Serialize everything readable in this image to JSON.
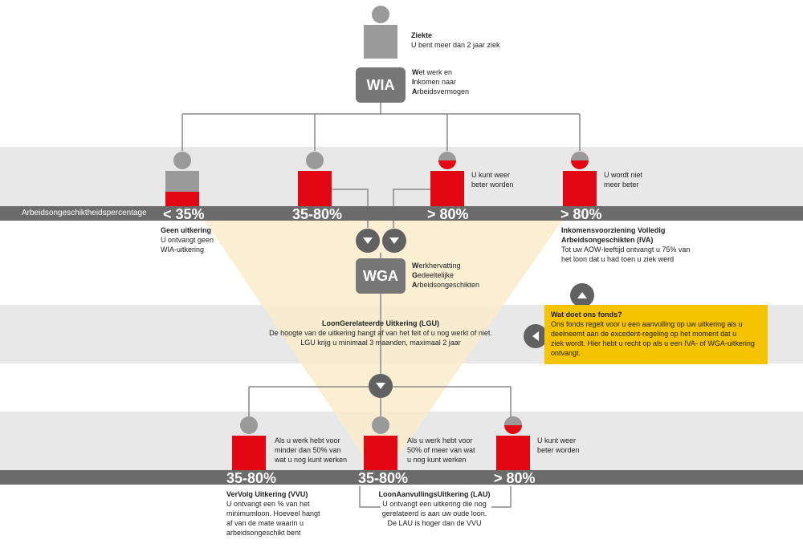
{
  "colors": {
    "grey_band": "#e8e8e8",
    "bar": "#6b6b6b",
    "red": "#e30613",
    "person_grey": "#9a9a9a",
    "yellow": "#f5c300",
    "funnel": "#faeccb"
  },
  "top": {
    "title": "Ziekte",
    "subtitle": "U bent meer dan 2 jaar ziek",
    "wia_label": "WIA",
    "wia_lines": [
      {
        "first": "W",
        "rest": "et werk en"
      },
      {
        "first": "I",
        "rest": "nkomen naar"
      },
      {
        "first": "A",
        "rest": "rbeidsvermogen"
      }
    ]
  },
  "bar1": {
    "axis_label": "Arbeidsongeschiktheidspercentage",
    "values": [
      "< 35%",
      "35-80%",
      "> 80%",
      "> 80%"
    ]
  },
  "notes": {
    "p3": [
      "U kunt weer",
      "beter worden"
    ],
    "p4": [
      "U wordt niet",
      "meer beter"
    ]
  },
  "geen": {
    "title": "Geen uitkering",
    "lines": [
      "U ontvangt geen",
      "WIA-uitkering"
    ]
  },
  "iva": {
    "title_lines": [
      "Inkomensvoorziening Volledig",
      "Arbeidsongeschikten (IVA)"
    ],
    "lines": [
      "Tot uw AOW-leeftijd ontvangt u 75% van",
      "het loon dat u had toen u ziek werd"
    ]
  },
  "wga": {
    "label": "WGA",
    "lines": [
      {
        "first": "W",
        "rest": "erkhervatting"
      },
      {
        "first": "G",
        "rest": "edeeltelijke"
      },
      {
        "first": "A",
        "rest": "rbeidsongeschikten"
      }
    ]
  },
  "lgu": {
    "title": "LoonGerelateerde Uitkering (LGU)",
    "lines": [
      "De hoogte van de uitkering hangt af van het feit of u nog werkt of niet.",
      "LGU krijg u minimaal 3 maanden, maximaal 2 jaar"
    ]
  },
  "fonds": {
    "title": "Wat doet ons fonds?",
    "lines": [
      "Ons fonds regelt voor u een aanvulling op uw uitkering als u",
      "deelneemt aan de excedent-regeling op het moment dat u",
      "ziek wordt. Hier hebt u recht op als u een IVA- of WGA-uitkering",
      "ontvangt."
    ]
  },
  "bottom": {
    "n1": [
      "Als u werk hebt voor",
      "minder dan 50% van",
      "wat u nog kunt werken"
    ],
    "n2": [
      "Als u werk hebt voor",
      "50% of meer van wat",
      "u nog kunt werken"
    ],
    "n3": [
      "U kunt weer",
      "beter worden"
    ],
    "values": [
      "35-80%",
      "35-80%",
      "> 80%"
    ]
  },
  "vvu": {
    "title": "VerVolg Uitkering (VVU)",
    "lines": [
      "U ontvangt een % van het",
      "minimumloon. Hoeveel hangt",
      "af van de mate waarin u",
      "arbeidsongeschikt bent"
    ]
  },
  "lau": {
    "title": "LoonAanvullingsUitkering (LAU)",
    "lines": [
      "U ontvangt een uitkering die nog",
      "gerelateerd is aan uw oude loon.",
      "De LAU is hoger dan de VVU"
    ]
  }
}
